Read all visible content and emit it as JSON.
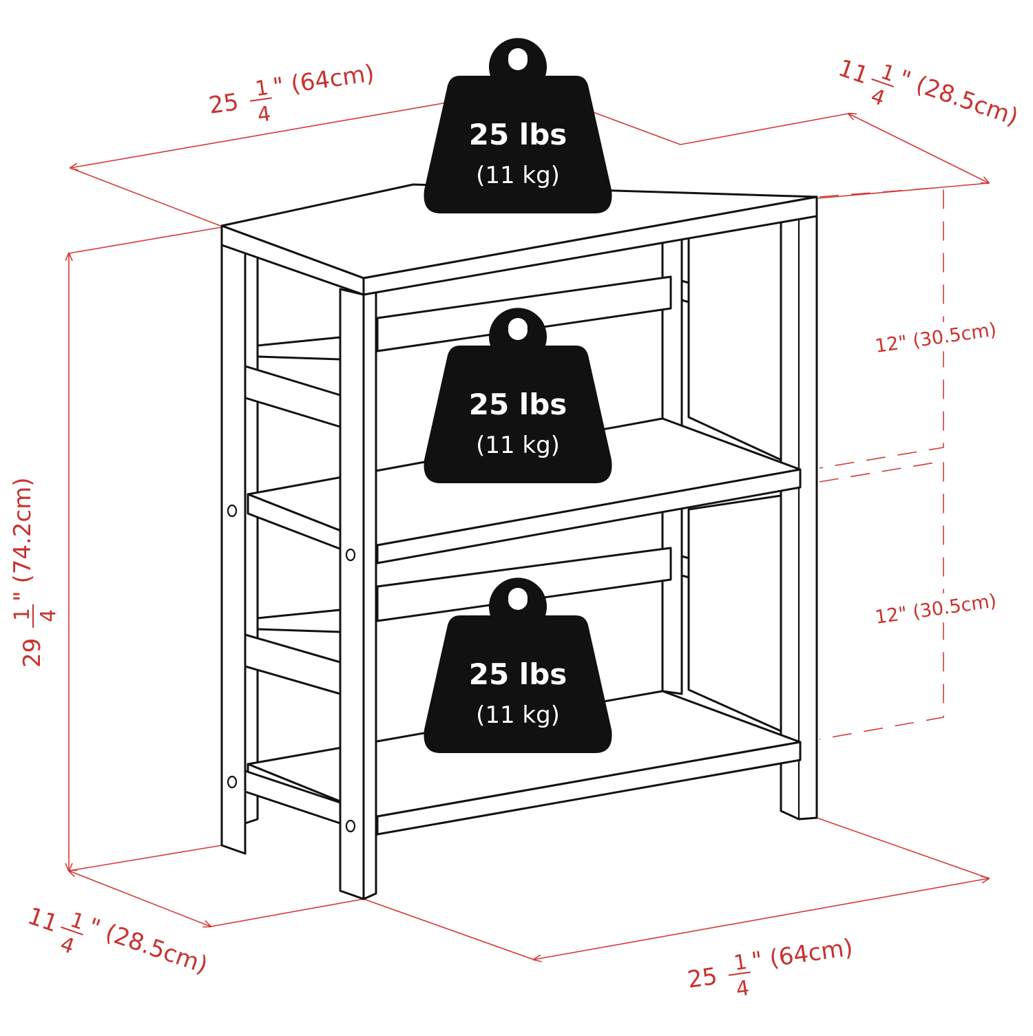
{
  "dimensions": {
    "top_width": {
      "whole": "25",
      "num": "1",
      "den": "4",
      "rest": "\" (64cm)"
    },
    "top_depth": {
      "whole": "11",
      "num": "1",
      "den": "4",
      "rest": "\" (28.5cm)"
    },
    "height": {
      "whole": "29",
      "num": "1",
      "den": "4",
      "rest": "\" (74.2cm)"
    },
    "bottom_depth": {
      "whole": "11",
      "num": "1",
      "den": "4",
      "rest": "\" (28.5cm)"
    },
    "bottom_width": {
      "whole": "25",
      "num": "1",
      "den": "4",
      "rest": "\" (64cm)"
    },
    "shelf_upper": "12\" (30.5cm)",
    "shelf_lower": "12\" (30.5cm)"
  },
  "weights": [
    {
      "lbs": "25 lbs",
      "kg": "(11 kg)"
    },
    {
      "lbs": "25 lbs",
      "kg": "(11 kg)"
    },
    {
      "lbs": "25 lbs",
      "kg": "(11 kg)"
    }
  ],
  "colors": {
    "dimension": "#c8322f",
    "weight_fill": "#111111",
    "outline": "#111111"
  }
}
